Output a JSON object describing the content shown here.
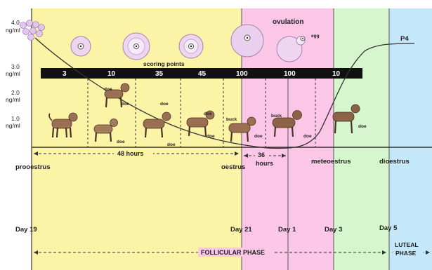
{
  "y_axis": {
    "ticks": [
      {
        "value": "4.0",
        "unit": "ng/ml"
      },
      {
        "value": "3.0",
        "unit": "ng/ml"
      },
      {
        "value": "2.0",
        "unit": "ng/ml"
      },
      {
        "value": "1.0",
        "unit": "ng/ml"
      }
    ]
  },
  "labels": {
    "ovulation": "ovulation",
    "egg": "egg",
    "p4": "P4",
    "scoring_points": "scoring points",
    "interval_48": "48 hours",
    "interval_36_a": "36",
    "interval_36_b": "hours",
    "follicular_phase": "FOLLICULAR PHASE",
    "luteal_phase_a": "LUTEAL",
    "luteal_phase_b": "PHASE"
  },
  "scoring_bar": {
    "values": [
      "3",
      "10",
      "35",
      "45",
      "100",
      "100",
      "10"
    ]
  },
  "stages": [
    {
      "name": "prooestrus"
    },
    {
      "name": "oestrus"
    },
    {
      "name": "meteoestrus"
    },
    {
      "name": "dioestrus"
    }
  ],
  "days": [
    "Day 19",
    "Day 21",
    "Day 1",
    "Day 3",
    "Day 5"
  ],
  "dog_labels": {
    "doe1": "doe",
    "doe2": "doe",
    "doe3": "doe",
    "doe4": "doe",
    "doe5": "doe",
    "doe6": "doe",
    "doe7": "doe",
    "doe8": "doe",
    "doe9": "doe",
    "buck1": "buck",
    "buck2": "buck"
  },
  "colors": {
    "prooestrus_bg": "#fbf4a6",
    "oestrus_bg": "#fcc6e6",
    "meteoestrus_bg": "#d6f6cd",
    "dioestrus_bg": "#c4e8fa",
    "scoring_bar": "#111111",
    "dog_body": "#9b7052",
    "curve": "#333333"
  }
}
